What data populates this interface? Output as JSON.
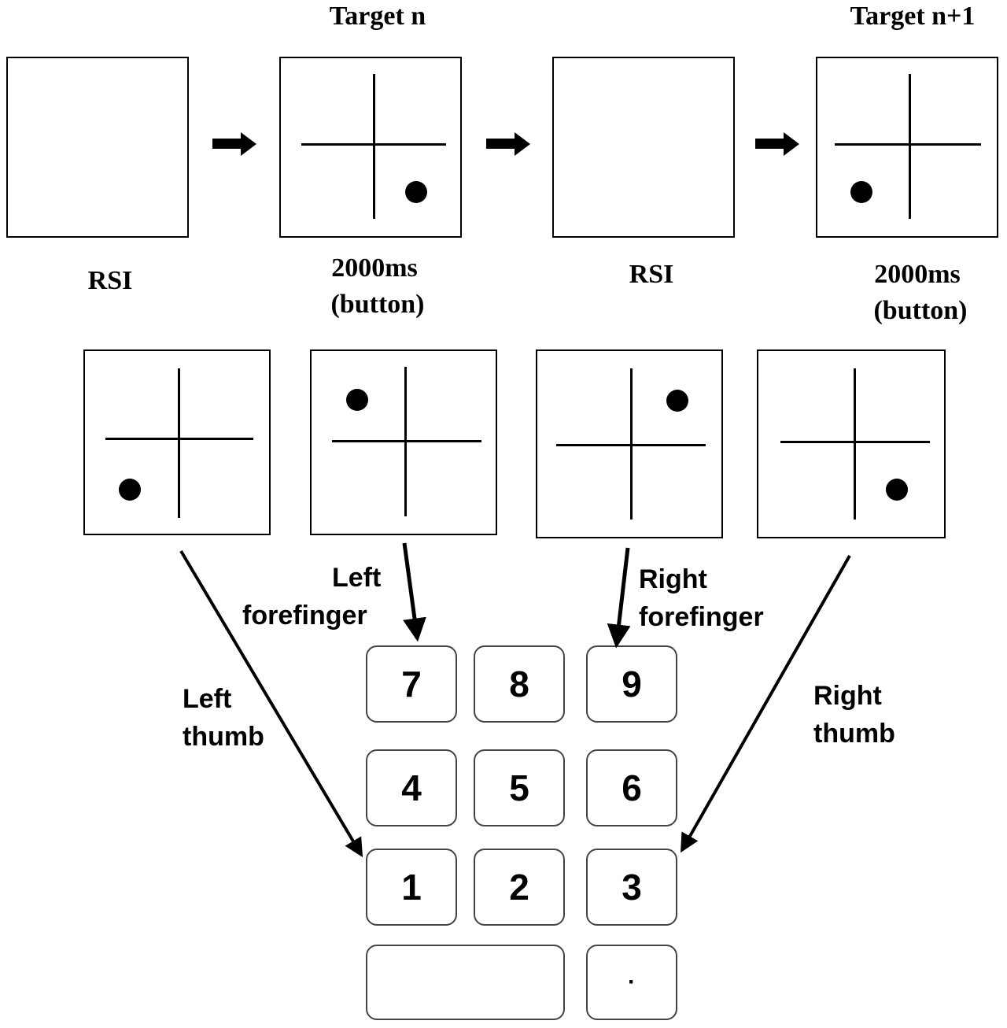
{
  "sequence": {
    "labels_above": [
      "Target n",
      "Target n+1"
    ],
    "labels_below": [
      {
        "line1": "RSI",
        "line2": ""
      },
      {
        "line1": "2000ms",
        "line2": "(button)"
      },
      {
        "line1": "RSI",
        "line2": ""
      },
      {
        "line1": "2000ms",
        "line2": "(button)"
      }
    ]
  },
  "mapping": {
    "left_thumb": [
      "Left",
      "thumb"
    ],
    "left_forefinger": [
      "Left",
      "forefinger"
    ],
    "right_forefinger": [
      "Right",
      "forefinger"
    ],
    "right_thumb": [
      "Right",
      "thumb"
    ]
  },
  "keypad": {
    "rows": [
      [
        "7",
        "8",
        "9"
      ],
      [
        "4",
        "5",
        "6"
      ],
      [
        "1",
        "2",
        "3"
      ]
    ],
    "bottom_wide": "",
    "bottom_small": "·"
  }
}
